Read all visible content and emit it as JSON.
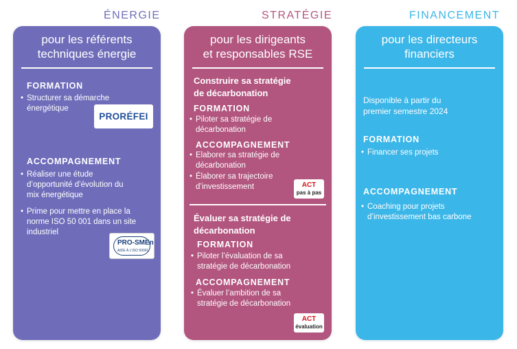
{
  "columns": [
    {
      "title": "ÉNERGIE",
      "color": "#6f6dba",
      "header": [
        "pour les référents",
        "techniques énergie"
      ],
      "formation_label": "FORMATION",
      "formation_items": [
        [
          "Structurer sa démarche",
          "énergétique"
        ]
      ],
      "logo_prorefei": "PRORÉFEI",
      "accompagnement_label": "ACCOMPAGNEMENT",
      "accompagnement_items": [
        [
          "Réaliser une étude",
          "d’opportunité d’évolution du",
          "mix énergétique"
        ],
        [
          "Prime pour mettre en place la",
          "norme ISO 50 001 dans un site",
          "industriel"
        ]
      ],
      "logo_prosme": "PRO-SMEn",
      "logo_prosme_sub": "AIDE À L’ISO 50001"
    },
    {
      "title": "STRATÉGIE",
      "color": "#b2557f",
      "header": [
        "pour les dirigeants",
        "et responsables RSE"
      ],
      "section1_title": [
        "Construire sa stratégie",
        "de décarbonation"
      ],
      "section1_formation_label": "FORMATION",
      "section1_formation_items": [
        [
          "Piloter sa stratégie de",
          "décarbonation"
        ]
      ],
      "section1_accompagnement_label": "ACCOMPAGNEMENT",
      "section1_accompagnement_items": [
        [
          "Elaborer sa stratégie de",
          "décarbonation"
        ],
        [
          "Élaborer sa trajectoire",
          "d’investissement"
        ]
      ],
      "logo_act1": "ACT",
      "logo_act1_sub": "pas à pas",
      "section2_title": [
        "Évaluer sa stratégie de",
        "décarbonation"
      ],
      "section2_formation_label": "FORMATION",
      "section2_formation_items": [
        [
          "Piloter l’évaluation de sa",
          "stratégie de décarbonation"
        ]
      ],
      "section2_accompagnement_label": "ACCOMPAGNEMENT",
      "section2_accompagnement_items": [
        [
          "Évaluer l’ambition de sa",
          "stratégie de décarbonation"
        ]
      ],
      "logo_act2": "ACT",
      "logo_act2_sub": "évaluation"
    },
    {
      "title": "FINANCEMENT",
      "color": "#3bb6e8",
      "header": [
        "pour les directeurs",
        "financiers"
      ],
      "availability": [
        "Disponible à partir du",
        "premier semestre 2024"
      ],
      "formation_label": "FORMATION",
      "formation_items": [
        [
          "Financer ses projets"
        ]
      ],
      "accompagnement_label": "ACCOMPAGNEMENT",
      "accompagnement_items": [
        [
          "Coaching pour projets",
          "d’investissement bas carbone"
        ]
      ]
    }
  ]
}
